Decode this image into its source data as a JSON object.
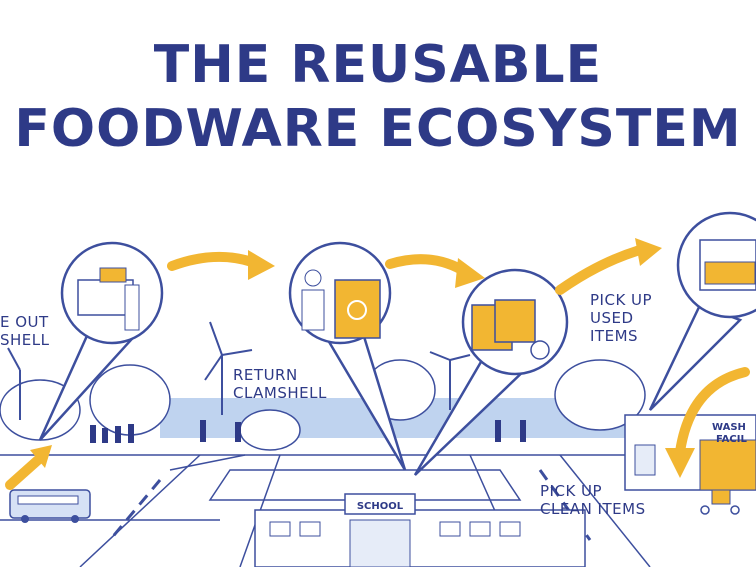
{
  "title": {
    "line1": "THE REUSABLE",
    "line2": "FOODWARE ECOSYSTEM"
  },
  "labels": {
    "take_out_1": "E OUT",
    "take_out_2": "SHELL",
    "return_1": "RETURN",
    "return_2": "CLAMSHELL",
    "pickup_used_1": "PICK UP",
    "pickup_used_2": "USED",
    "pickup_used_3": "ITEMS",
    "pickup_clean_1": "PICK UP",
    "pickup_clean_2": "CLEAN ITEMS",
    "school": "SCHOOL",
    "wash_1": "WASH",
    "wash_2": "FACIL"
  },
  "colors": {
    "navy": "#2e3a87",
    "line": "#3d4f9e",
    "accent": "#f2b632",
    "sky": "#bfd3ef"
  },
  "icons": [
    "wind-turbine-icon",
    "recycle-bin-icon",
    "delivery-scooter-icon",
    "bus-icon"
  ]
}
